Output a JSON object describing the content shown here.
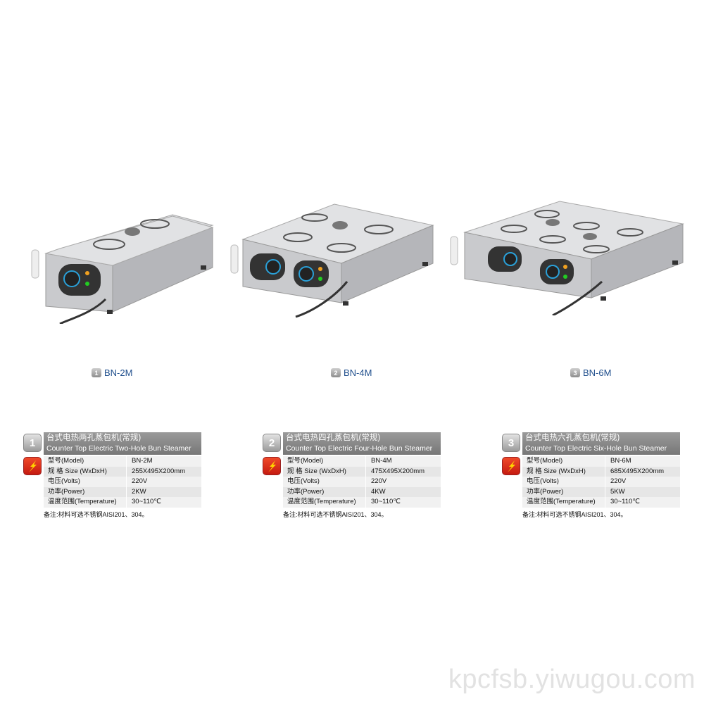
{
  "products": [
    {
      "number": "1",
      "caption": "BN-2M",
      "title_zh": "台式电热两孔蒸包机(常规)",
      "title_en": "Counter Top Electric Two-Hole Bun Steamer",
      "specs": [
        {
          "k": "型号(Model)",
          "v": "BN-2M"
        },
        {
          "k": "规 格 Size (WxDxH)",
          "v": "255X495X200mm"
        },
        {
          "k": "电压(Volts)",
          "v": "220V"
        },
        {
          "k": "功率(Power)",
          "v": "2KW"
        },
        {
          "k": "温度范围(Temperature)",
          "v": "30~110℃"
        }
      ],
      "note": "备注:材料可选不锈钢AISI201、304。"
    },
    {
      "number": "2",
      "caption": "BN-4M",
      "title_zh": "台式电热四孔蒸包机(常规)",
      "title_en": "Counter Top Electric Four-Hole Bun Steamer",
      "specs": [
        {
          "k": "型号(Model)",
          "v": "BN-4M"
        },
        {
          "k": "规 格 Size (WxDxH)",
          "v": "475X495X200mm"
        },
        {
          "k": "电压(Volts)",
          "v": "220V"
        },
        {
          "k": "功率(Power)",
          "v": "4KW"
        },
        {
          "k": "温度范围(Temperature)",
          "v": "30~110℃"
        }
      ],
      "note": "备注:材料可选不锈钢AISI201、304。"
    },
    {
      "number": "3",
      "caption": "BN-6M",
      "title_zh": "台式电热六孔蒸包机(常规)",
      "title_en": "Counter Top Electric Six-Hole Bun Steamer",
      "specs": [
        {
          "k": "型号(Model)",
          "v": "BN-6M"
        },
        {
          "k": "规 格 Size (WxDxH)",
          "v": "685X495X200mm"
        },
        {
          "k": "电压(Volts)",
          "v": "220V"
        },
        {
          "k": "功率(Power)",
          "v": "5KW"
        },
        {
          "k": "温度范围(Temperature)",
          "v": "30~110℃"
        }
      ],
      "note": "备注:材料可选不锈钢AISI201、304。"
    }
  ],
  "watermark": "kpcfsb.yiwugou.com"
}
